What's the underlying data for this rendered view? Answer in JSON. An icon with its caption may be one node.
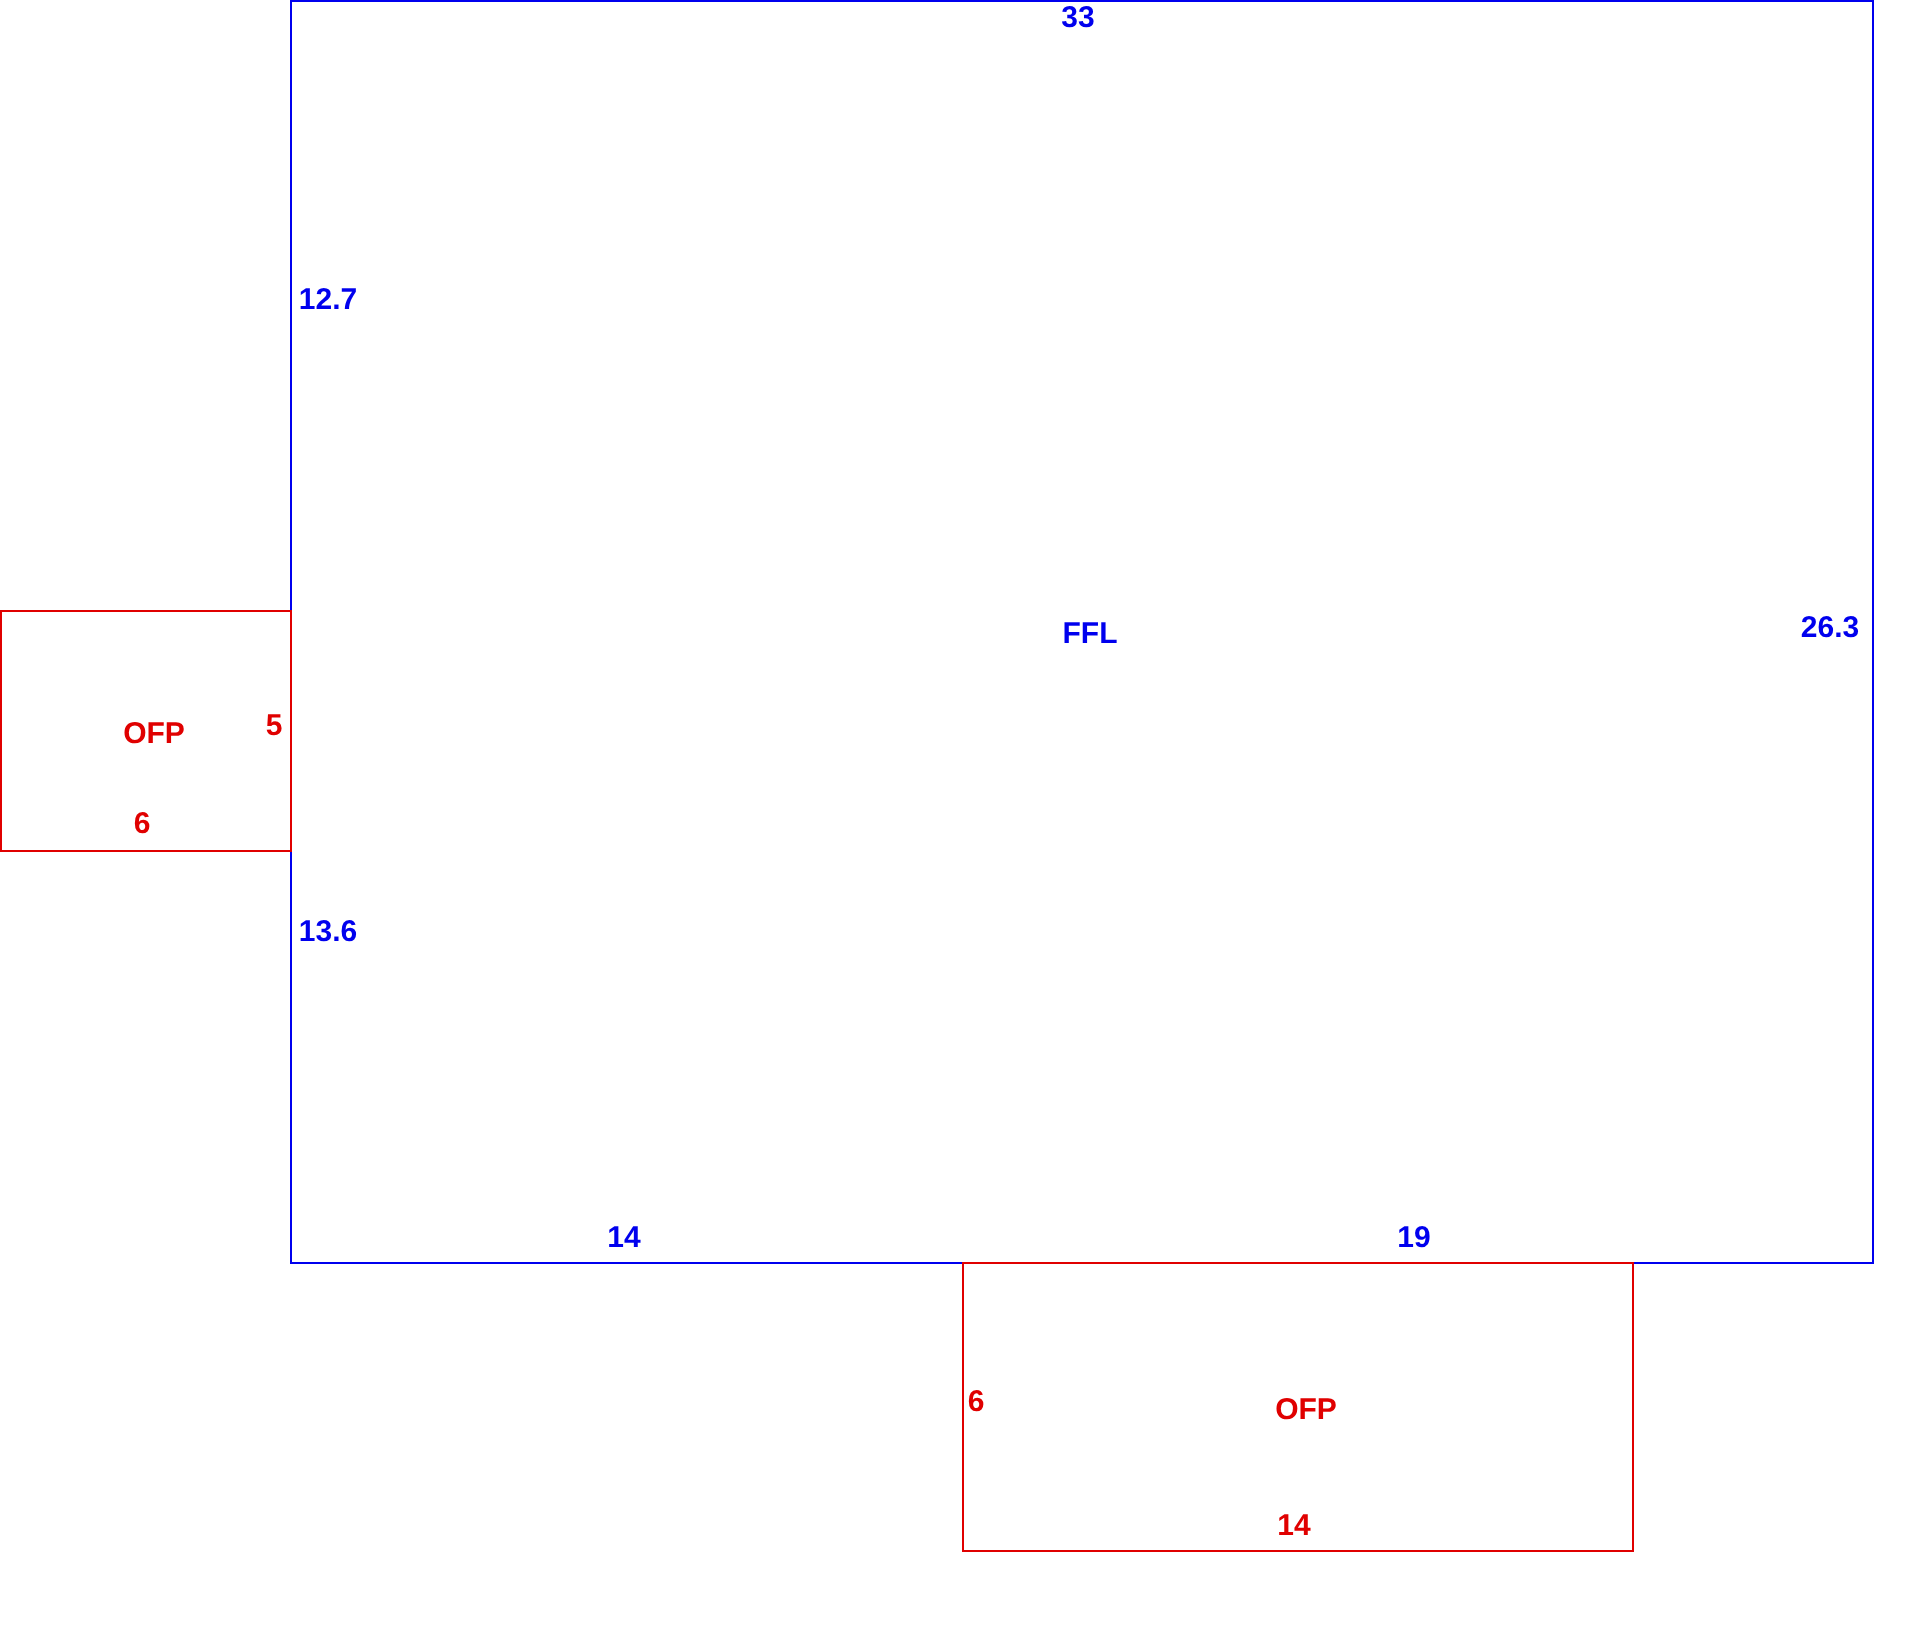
{
  "diagram": {
    "nodes": [
      {
        "text": [
          "FFL"
        ]
      },
      {
        "text": [
          "OFP"
        ]
      },
      {
        "text": [
          "OFP"
        ]
      }
    ],
    "labels": [
      "33",
      "12.7",
      "26.3",
      "5",
      "6",
      "13.6",
      "14",
      "19",
      "6",
      "14"
    ]
  }
}
